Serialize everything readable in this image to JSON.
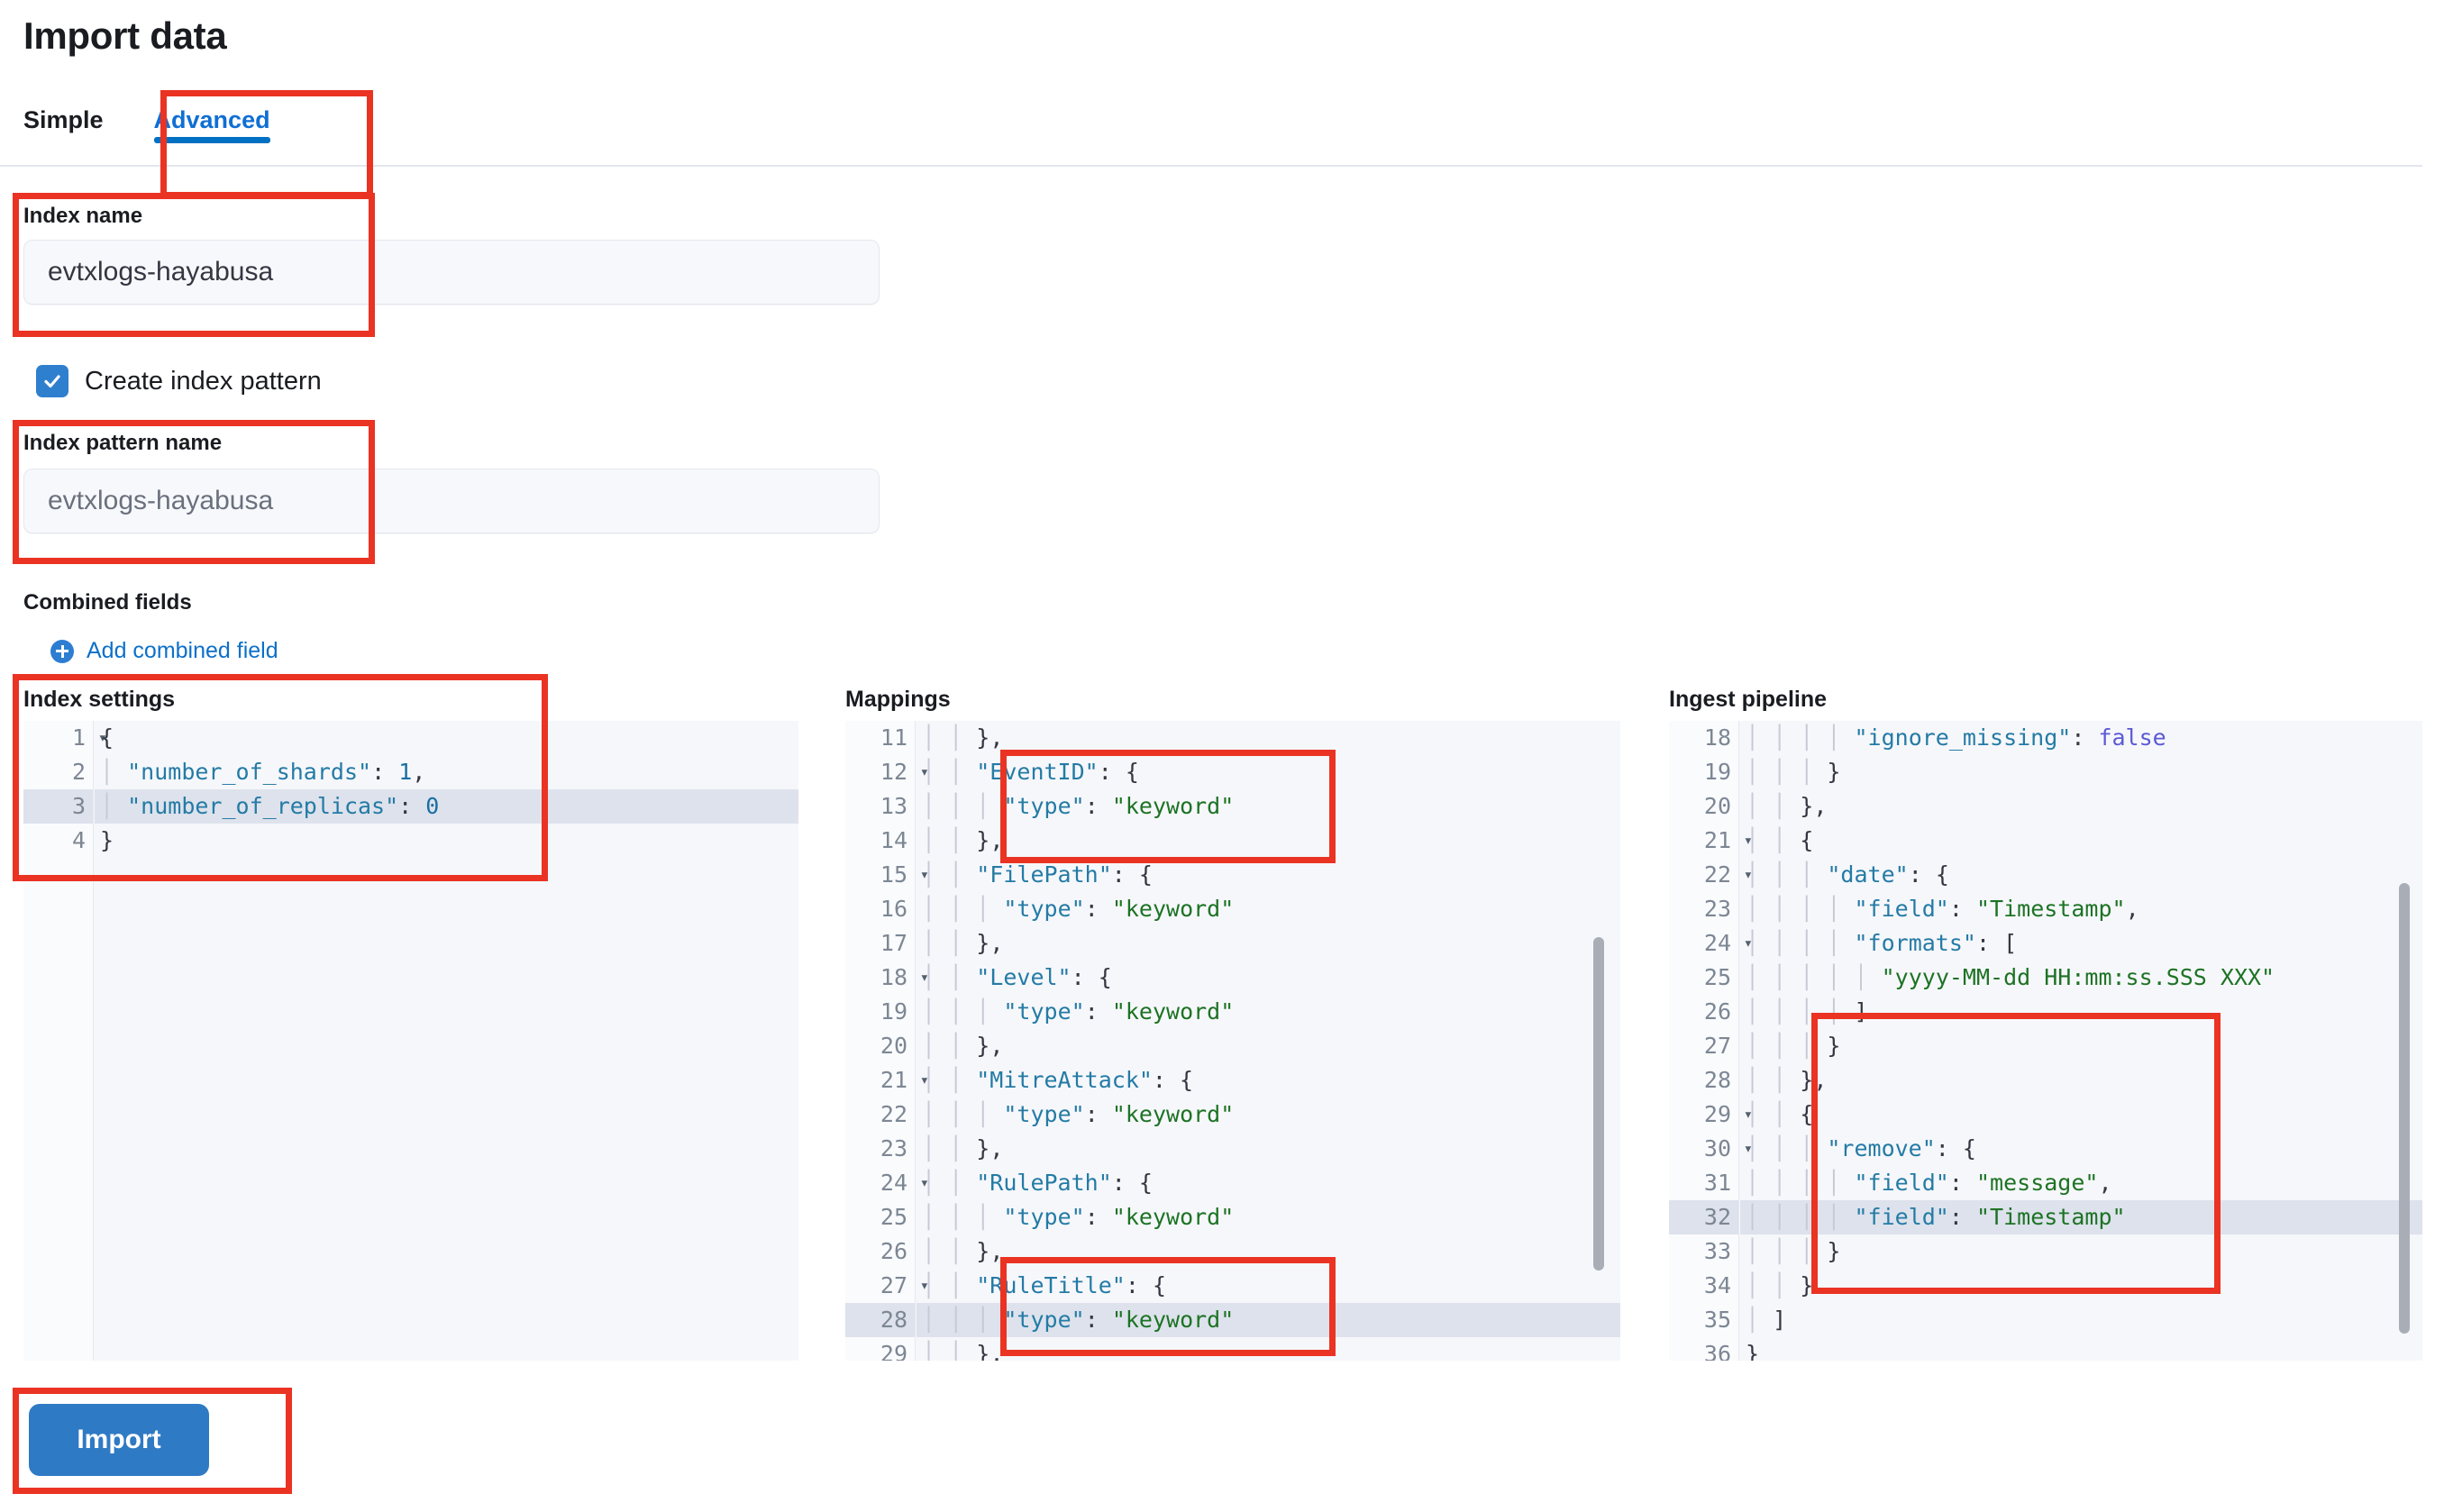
{
  "page": {
    "title": "Import data"
  },
  "tabs": [
    {
      "label": "Simple",
      "selected": false
    },
    {
      "label": "Advanced",
      "selected": true
    }
  ],
  "form": {
    "index_name": {
      "label": "Index name",
      "value": "evtxlogs-hayabusa"
    },
    "create_index_pattern": {
      "label": "Create index pattern",
      "checked": true
    },
    "index_pattern_name": {
      "label": "Index pattern name",
      "placeholder": "evtxlogs-hayabusa",
      "value": ""
    },
    "combined_fields": {
      "heading": "Combined fields",
      "add_link": "Add combined field"
    },
    "import_button": "Import"
  },
  "editors": {
    "index_settings": {
      "title": "Index settings",
      "first_line": 1,
      "active_line": 3,
      "fold_lines": [
        1
      ],
      "lines": [
        "{",
        "  \"number_of_shards\": 1,",
        "  \"number_of_replicas\": 0",
        "}"
      ]
    },
    "mappings": {
      "title": "Mappings",
      "first_line": 11,
      "active_line": 28,
      "fold_lines": [
        12,
        15,
        18,
        21,
        24,
        27
      ],
      "lines": [
        "    },",
        "    \"EventID\": {",
        "      \"type\": \"keyword\"",
        "    },",
        "    \"FilePath\": {",
        "      \"type\": \"keyword\"",
        "    },",
        "    \"Level\": {",
        "      \"type\": \"keyword\"",
        "    },",
        "    \"MitreAttack\": {",
        "      \"type\": \"keyword\"",
        "    },",
        "    \"RulePath\": {",
        "      \"type\": \"keyword\"",
        "    },",
        "    \"RuleTitle\": {",
        "      \"type\": \"keyword\"",
        "    },"
      ]
    },
    "ingest_pipeline": {
      "title": "Ingest pipeline",
      "first_line": 18,
      "active_line": 32,
      "fold_lines": [
        21,
        22,
        24,
        29,
        30
      ],
      "lines": [
        "        \"ignore_missing\": false",
        "      }",
        "    },",
        "    {",
        "      \"date\": {",
        "        \"field\": \"Timestamp\",",
        "        \"formats\": [",
        "          \"yyyy-MM-dd HH:mm:ss.SSS XXX\"",
        "        ]",
        "      }",
        "    },",
        "    {",
        "      \"remove\": {",
        "        \"field\": \"message\",",
        "        \"field\": \"Timestamp\"",
        "      }",
        "    }",
        "  ]",
        "}"
      ]
    }
  },
  "annotations": {
    "color": "#ea3323",
    "boxes": [
      "advanced-tab",
      "index-name-field",
      "index-pattern-name-field",
      "index-settings-editor",
      "mappings-eventid-block",
      "mappings-ruletitle-block",
      "pipeline-remove-block",
      "import-button"
    ]
  }
}
